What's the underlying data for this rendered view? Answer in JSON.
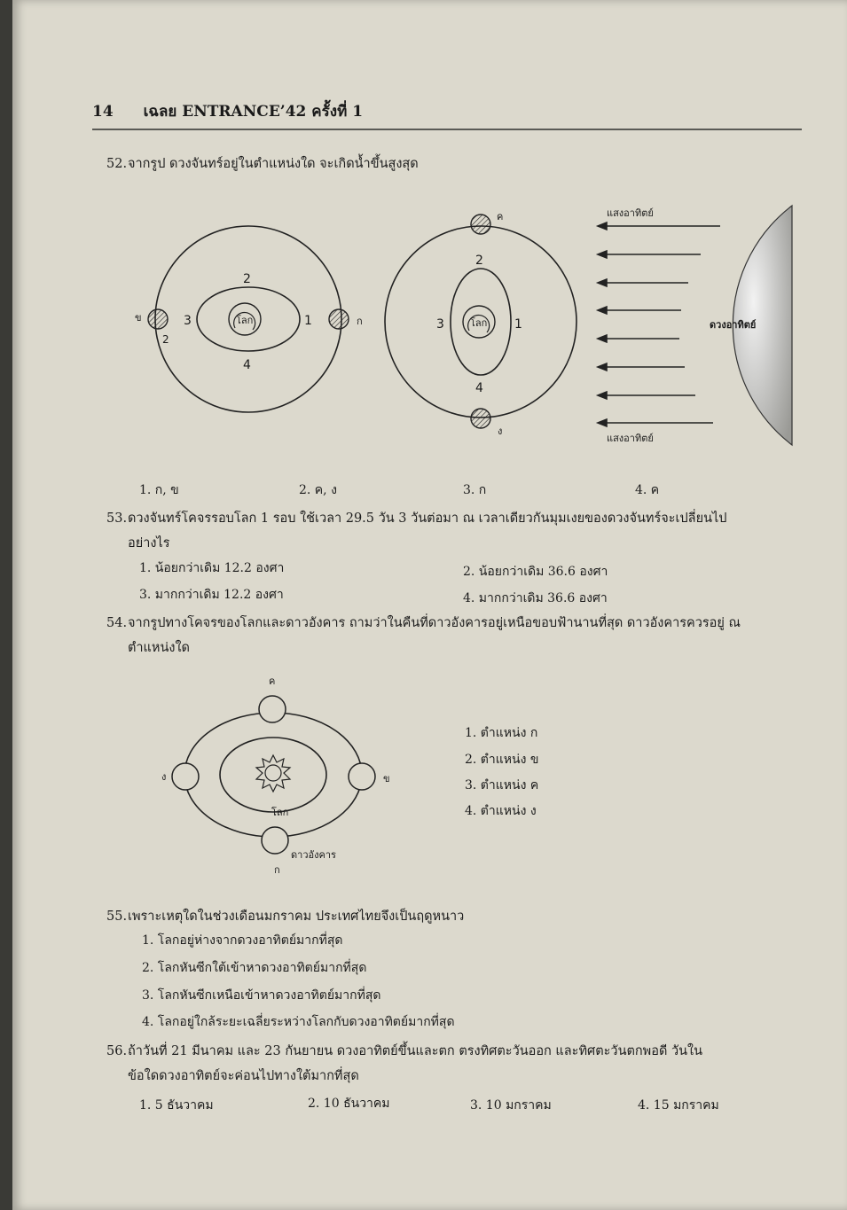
{
  "header": {
    "page_number": "14",
    "title": "เฉลย ENTRANCE’42 ครั้งที่ 1"
  },
  "q52": {
    "number": "52.",
    "text": "จากรูป ดวงจันทร์อยู่ในตำแหน่งใด จะเกิดน้ำขึ้นสูงสุด",
    "options": [
      "1. ก, ข",
      "2. ค, ง",
      "3. ก",
      "4. ค"
    ],
    "fig": {
      "earth": "โลก",
      "sun": "ดวงอาทิตย์",
      "sunlight": "แสงอาทิตย์",
      "left_labels": [
        "1",
        "2",
        "3",
        "4",
        "2",
        "ก",
        "ข"
      ],
      "right_labels": [
        "1",
        "2",
        "3",
        "4",
        "ค",
        "ง"
      ]
    }
  },
  "q53": {
    "number": "53.",
    "text_line1": "ดวงจันทร์โคจรรอบโลก 1 รอบ ใช้เวลา 29.5 วัน 3 วันต่อมา ณ เวลาเดียวกันมุมเงยของดวงจันทร์จะเปลี่ยนไป",
    "text_line2": "อย่างไร",
    "options": [
      "1. น้อยกว่าเดิม 12.2 องศา",
      "2. น้อยกว่าเดิม 36.6 องศา",
      "3. มากกว่าเดิม 12.2 องศา",
      "4. มากกว่าเดิม 36.6 องศา"
    ]
  },
  "q54": {
    "number": "54.",
    "text_line1": "จากรูปทางโคจรของโลกและดาวอังคาร ถามว่าในคืนที่ดาวอังคารอยู่เหนือขอบฟ้านานที่สุด ดาวอังคารควรอยู่ ณ",
    "text_line2": "ตำแหน่งใด",
    "options": [
      "1. ตำแหน่ง ก",
      "2. ตำแหน่ง ข",
      "3. ตำแหน่ง ค",
      "4. ตำแหน่ง ง"
    ],
    "fig": {
      "earth": "โลก",
      "mars": "ดาวอังคาร",
      "labels": [
        "ค",
        "ข",
        "ง",
        "ก"
      ]
    }
  },
  "q55": {
    "number": "55.",
    "text": "เพราะเหตุใดในช่วงเดือนมกราคม ประเทศไทยจึงเป็นฤดูหนาว",
    "options": [
      "1. โลกอยู่ห่างจากดวงอาทิตย์มากที่สุด",
      "2. โลกหันซีกใต้เข้าหาดวงอาทิตย์มากที่สุด",
      "3. โลกหันซีกเหนือเข้าหาดวงอาทิตย์มากที่สุด",
      "4. โลกอยู่ใกล้ระยะเฉลี่ยระหว่างโลกกับดวงอาทิตย์มากที่สุด"
    ]
  },
  "q56": {
    "number": "56.",
    "text_line1": "ถ้าวันที่ 21 มีนาคม และ 23 กันยายน ดวงอาทิตย์ขึ้นและตก ตรงทิศตะวันออก และทิศตะวันตกพอดี วันใน",
    "text_line2": "ข้อใดดวงอาทิตย์จะค่อนไปทางใต้มากที่สุด",
    "options": [
      "1. 5 ธันวาคม",
      "2. 10 ธันวาคม",
      "3. 10 มกราคม",
      "4. 15 มกราคม"
    ]
  }
}
